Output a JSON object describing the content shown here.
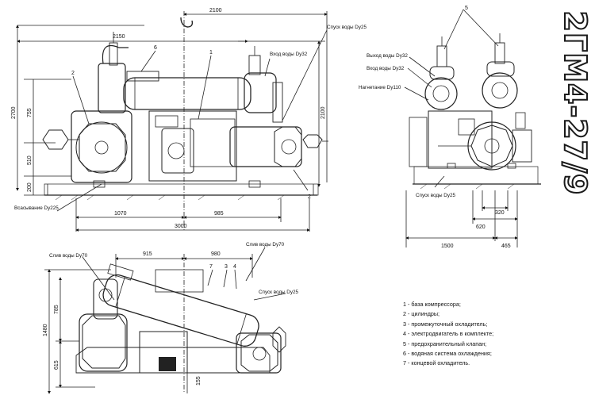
{
  "title": "2ГМ4-27/9",
  "front_view": {
    "dims": {
      "top_2100": "2100",
      "top_2150": "2150",
      "left_2700": "2700",
      "left_755": "755",
      "left_510": "510",
      "left_200": "200",
      "right_2100": "2100",
      "bottom_1070": "1070",
      "bottom_985": "985",
      "bottom_3000": "3000"
    },
    "callouts": {
      "c1": "1",
      "c2": "2",
      "c2b": "2",
      "c6": "6"
    },
    "labels": {
      "drain_dy25": "Спуск воды Dy25",
      "water_inlet_dy32": "Вход воды Dy32",
      "suction_dy225": "Всасывание Dy225"
    }
  },
  "side_view": {
    "dims": {
      "d1500": "1500",
      "d465": "465",
      "d620": "620",
      "d320": "320"
    },
    "callouts": {
      "c5": "5"
    },
    "labels": {
      "water_outlet_dy32": "Выход воды Dy32",
      "water_inlet_dy32": "Вход воды Dy32",
      "discharge_dy110": "Нагнетание Dy110",
      "drain_dy25": "Спуск воды Dy25"
    }
  },
  "plan_view": {
    "dims": {
      "d915": "915",
      "d980": "980",
      "d1480": "1480",
      "d785": "785",
      "d615": "615",
      "d155": "155"
    },
    "callouts": {
      "c7": "7",
      "c3": "3",
      "c4": "4"
    },
    "labels": {
      "drain_dy70_left": "Слив воды Dy70",
      "drain_dy70_right": "Слив воды Dy70",
      "drain_dy25": "Спуск воды Dy25"
    }
  },
  "legend": [
    "1 - база компрессора;",
    "2 - цилиндры;",
    "3 - промежуточный охладитель;",
    "4 - электродвигатель в комплекте;",
    "5 - предохранительный клапан;",
    "6 - водяная система охлаждения;",
    "7 - концевой охладитель."
  ]
}
